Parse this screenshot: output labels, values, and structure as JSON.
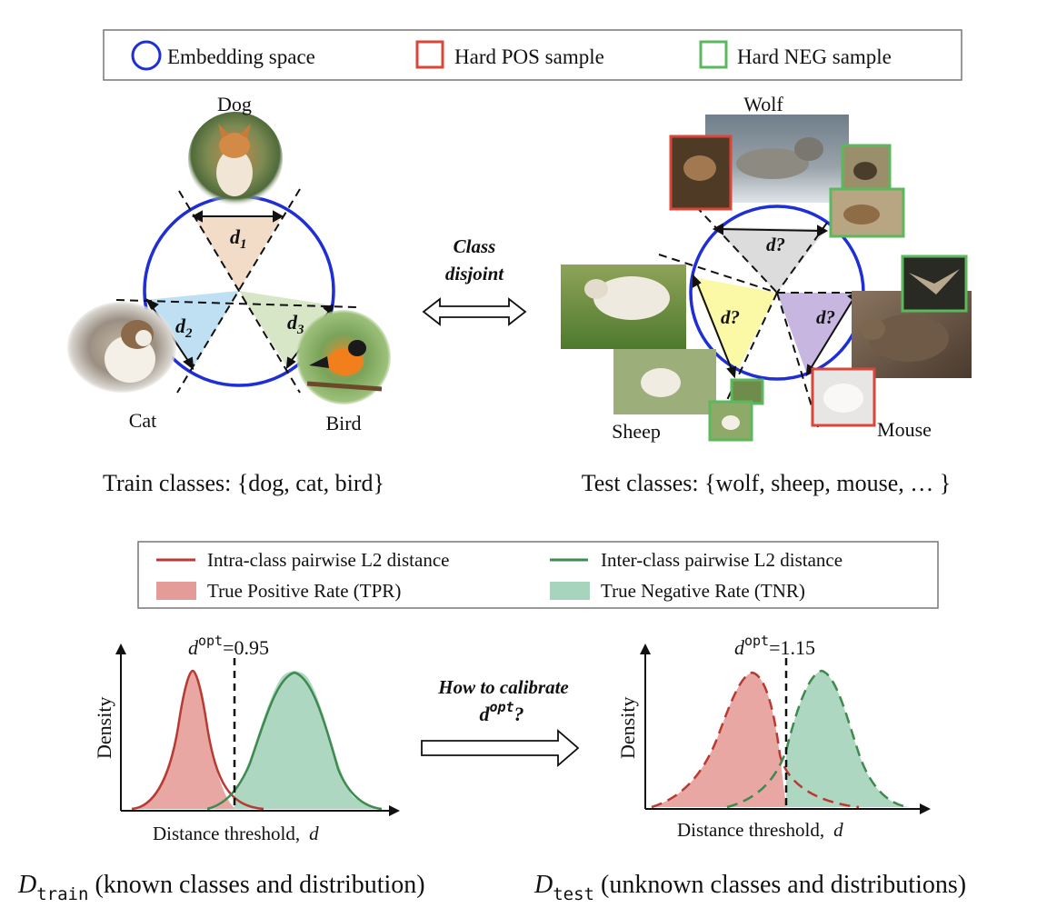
{
  "legend_top": {
    "items": [
      {
        "label": "Embedding space",
        "icon": "circle-icon",
        "color": "#1f2fd6"
      },
      {
        "label": "Hard POS sample",
        "icon": "square-icon",
        "color": "#d9473a"
      },
      {
        "label": "Hard NEG sample",
        "icon": "square-icon",
        "color": "#5cb85c"
      }
    ]
  },
  "train": {
    "classes": {
      "dog": "Dog",
      "cat": "Cat",
      "bird": "Bird"
    },
    "distances": {
      "d1": "d",
      "d1_sub": "1",
      "d2": "d",
      "d2_sub": "2",
      "d3": "d",
      "d3_sub": "3"
    },
    "caption": "Train classes: {dog, cat, bird}",
    "sector_colors": {
      "top": "#f2dcc8",
      "left": "#bfe0f2",
      "right": "#d7e6c6"
    }
  },
  "center": {
    "line1": "Class",
    "line2": "disjoint"
  },
  "test": {
    "classes": {
      "wolf": "Wolf",
      "sheep": "Sheep",
      "mouse": "Mouse"
    },
    "distance_label": "d?",
    "caption": "Test classes: {wolf, sheep, mouse, … }",
    "sector_colors": {
      "top": "#dcdcdc",
      "left": "#fbf8a6",
      "right": "#c7b7e0"
    }
  },
  "legend_bottom": {
    "intra": {
      "label": "Intra-class pairwise L2 distance",
      "color": "#b83a33"
    },
    "inter": {
      "label": "Inter-class pairwise L2 distance",
      "color": "#3f8a4f"
    },
    "tpr": {
      "label": "True Positive Rate (TPR)",
      "color": "#e49c98"
    },
    "tnr": {
      "label": "True Negative Rate (TNR)",
      "color": "#a6d4bd"
    }
  },
  "plot_train": {
    "d_opt_label": "d",
    "d_opt_sup": "opt",
    "d_opt_value": "=0.95",
    "ylabel": "Density",
    "xlabel": "Distance threshold,",
    "xlabel_var": "d",
    "caption_main": "D",
    "caption_sub": "train",
    "caption_rest": " (known classes and distribution)"
  },
  "calibrate": {
    "line1": "How to calibrate",
    "line2_var": "d",
    "line2_sup": "opt",
    "line2_end": "?"
  },
  "plot_test": {
    "d_opt_label": "d",
    "d_opt_sup": "opt",
    "d_opt_value": "=1.15",
    "ylabel": "Density",
    "xlabel": "Distance threshold,",
    "xlabel_var": "d",
    "caption_main": "D",
    "caption_sub": "test",
    "caption_rest": " (unknown classes and distributions)"
  }
}
